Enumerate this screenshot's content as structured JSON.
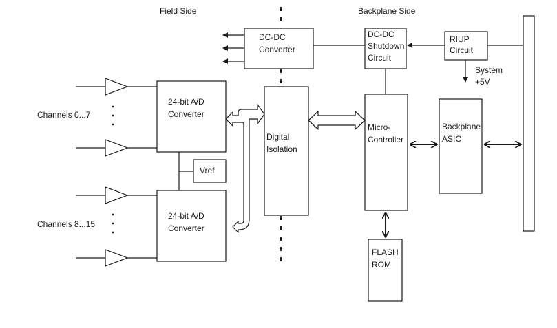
{
  "labels": {
    "field_side": "Field Side",
    "backplane_side": "Backplane Side",
    "channels_0_7": "Channels 0...7",
    "channels_8_15": "Channels 8...15",
    "system_5v_line1": "System",
    "system_5v_line2": "+5V"
  },
  "blocks": {
    "dcdc_converter": [
      "DC-DC",
      "Converter"
    ],
    "dcdc_shutdown": [
      "DC-DC",
      "Shutdown",
      "Circuit"
    ],
    "riup_circuit": [
      "RIUP",
      "Circuit"
    ],
    "adc_top": [
      "24-bit A/D",
      "Converter"
    ],
    "adc_bottom": [
      "24-bit A/D",
      "Converter"
    ],
    "vref": [
      "Vref"
    ],
    "digital_isolation": [
      "Digital",
      "Isolation"
    ],
    "microcontroller": [
      "Micro-",
      "Controller"
    ],
    "backplane_asic": [
      "Backplane",
      "ASIC"
    ],
    "flash_rom": [
      "FLASH",
      "ROM"
    ]
  }
}
